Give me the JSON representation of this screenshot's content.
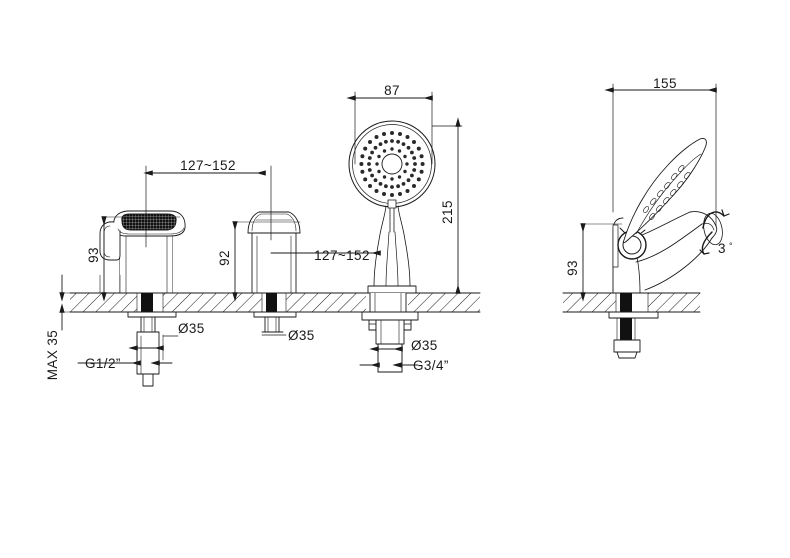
{
  "drawing": {
    "title": "Bath deck-mounted 3-hole mixer with handshower — dimensioned technical drawing",
    "units": "mm",
    "views": [
      {
        "name": "front-elevation",
        "description": "Front view showing mixer handle, diverter and handshower outlet mounted through deck"
      },
      {
        "name": "side-elevation",
        "description": "Side view showing spout and handshower cradle"
      }
    ]
  },
  "dimensions": {
    "spread_top": "127~152",
    "spread_lower": "127~152",
    "handle_height": "93",
    "diverter_height": "92",
    "shower_head_dia": "87",
    "shower_height": "215",
    "spout_reach": "155",
    "side_height": "93",
    "deck_max": "MAX 35",
    "hole_dia_1": "Ø35",
    "hole_dia_2": "Ø35",
    "hole_dia_3": "Ø35",
    "thread_supply": "G1/2”",
    "thread_outlet": "G3/4”",
    "swivel_angle": "3",
    "swivel_angle_unit": "°"
  },
  "style": {
    "line_color": "#1a1a1a",
    "hatch_color": "#1a1a1a",
    "fill_color": "#ffffff",
    "dark_fill": "#111111",
    "thin_line": 0.9,
    "dim_line": 0.9
  }
}
